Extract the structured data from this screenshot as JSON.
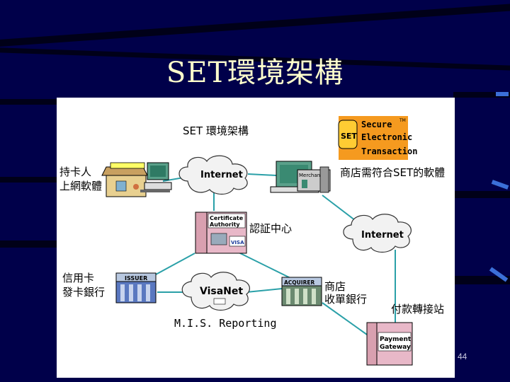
{
  "slide": {
    "title": "SET環境架構",
    "page_number": "44"
  },
  "diagram": {
    "title": "SET 環境架構",
    "logo": {
      "word1": "Secure",
      "word2": "Electronic",
      "word3": "Transaction",
      "badge": "SET",
      "tm": "TM"
    },
    "nodes": {
      "cardholder": {
        "label_line1": "持卡人",
        "label_line2": "上網軟體"
      },
      "internet_left": {
        "label": "Internet"
      },
      "merchant": {
        "label": "商店需符合SET的軟體",
        "device_tag": "Merchant"
      },
      "ca": {
        "tag_line1": "Certificate",
        "tag_line2": "Authority",
        "label": "認証中心",
        "card": "VISA"
      },
      "internet_right": {
        "label": "Internet"
      },
      "issuer": {
        "tag": "ISSUER",
        "label_line1": "信用卡",
        "label_line2": "發卡銀行"
      },
      "visanet": {
        "label": "VisaNet"
      },
      "acquirer": {
        "tag": "ACQUIRER",
        "label_line1": "商店",
        "label_line2": "收單銀行"
      },
      "gateway": {
        "tag_line1": "Payment",
        "tag_line2": "Gateway",
        "label": "付款轉接站"
      }
    },
    "caption": "M.I.S. Reporting"
  }
}
